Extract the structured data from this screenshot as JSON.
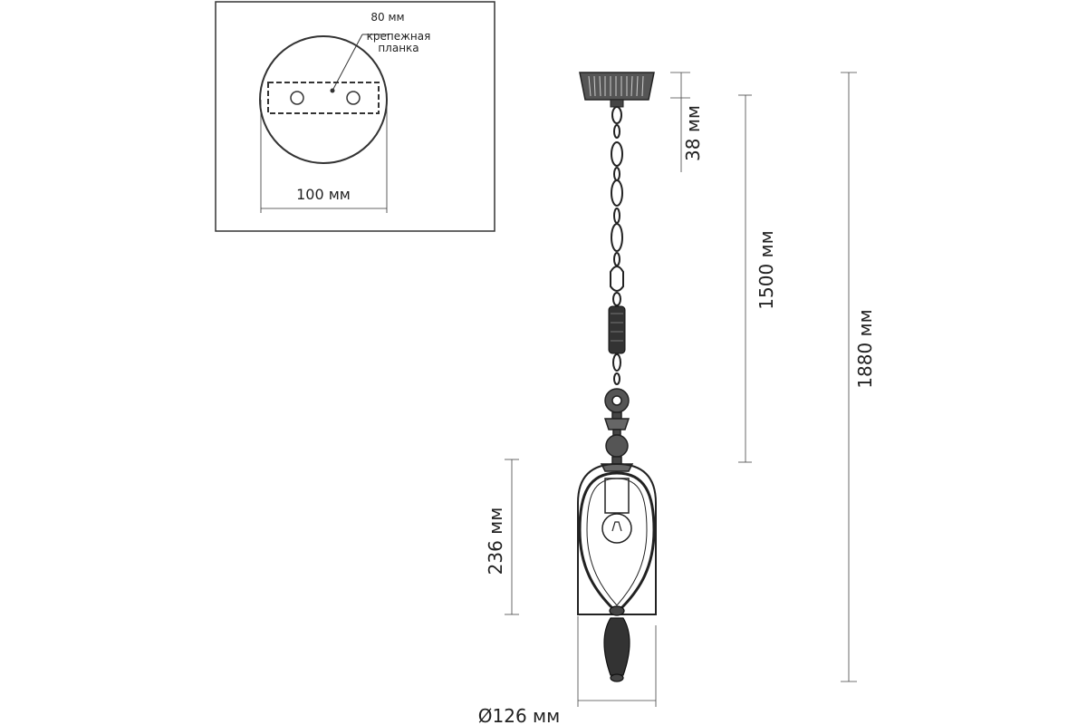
{
  "inset": {
    "bar_width_label": "80 мм",
    "bar_caption_line1": "крепежная",
    "bar_caption_line2": "планка",
    "canopy_diameter_label": "100 мм"
  },
  "dimensions": {
    "canopy_height": "38 мм",
    "chain_length": "1500 мм",
    "total_height": "1880 мм",
    "shade_height": "236 мм",
    "shade_diameter": "Ø126 мм"
  }
}
